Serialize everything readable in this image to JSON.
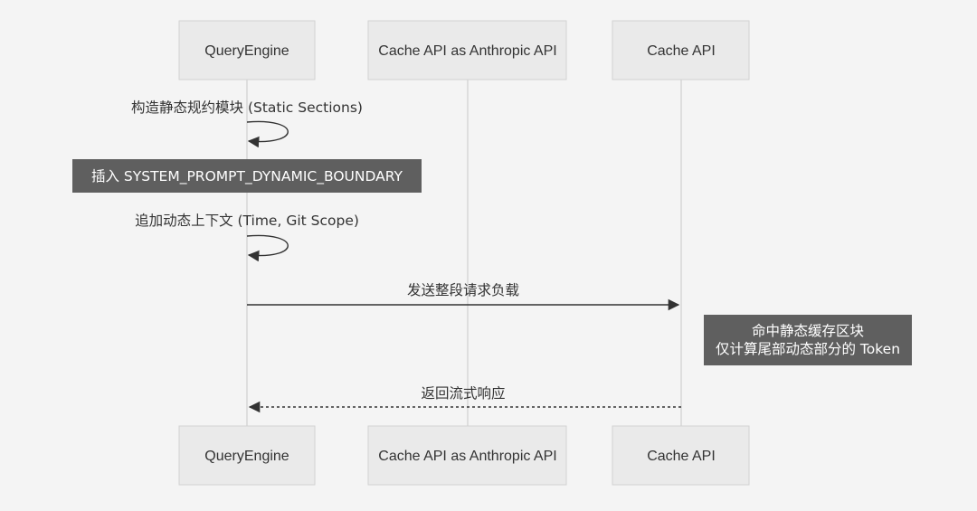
{
  "participants": [
    {
      "id": "qe",
      "label": "QueryEngine"
    },
    {
      "id": "capi_as",
      "label": "Cache API as Anthropic API"
    },
    {
      "id": "capi",
      "label": "Cache API"
    }
  ],
  "messages": {
    "static_sections": "构造静态规约模块 (Static Sections)",
    "boundary_note": "插入 SYSTEM_PROMPT_DYNAMIC_BOUNDARY",
    "dynamic_context": "追加动态上下文 (Time, Git Scope)",
    "send_payload": "发送整段请求负载",
    "cache_hit_note": [
      "命中静态缓存区块",
      "仅计算尾部动态部分的 Token"
    ],
    "stream_response": "返回流式响应"
  }
}
